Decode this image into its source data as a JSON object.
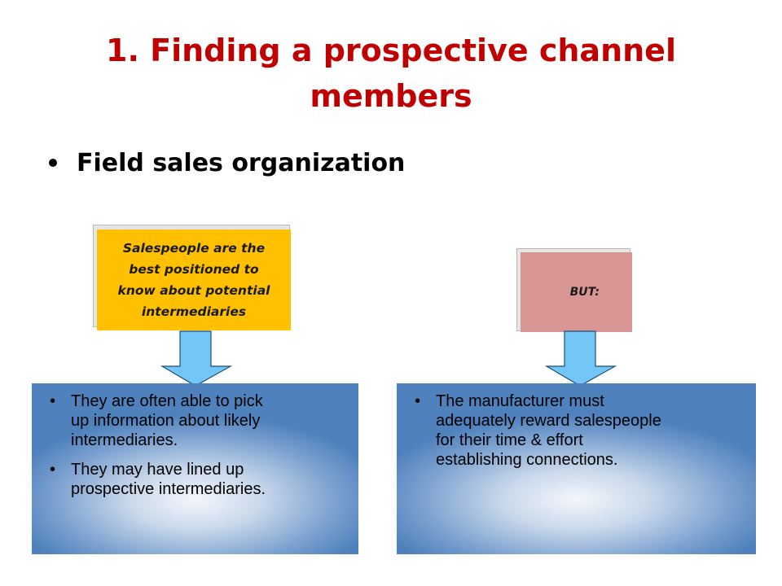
{
  "title": {
    "line1": "1. Finding a prospective channel",
    "line2": "members"
  },
  "bullet": {
    "text": "Field sales organization"
  },
  "left_card": {
    "line1": "Salespeople are the",
    "line2": "best positioned to",
    "line3": "know about potential",
    "line4": "intermediaries"
  },
  "right_card": {
    "text": "BUT:"
  },
  "left_box": {
    "items": [
      {
        "bullet": "•",
        "lines": [
          "They are often able to pick",
          "up information about likely",
          "intermediaries."
        ]
      },
      {
        "bullet": "•",
        "lines": [
          "They may have lined up",
          "prospective intermediaries."
        ]
      }
    ]
  },
  "right_box": {
    "items": [
      {
        "bullet": "•",
        "lines": [
          "The manufacturer must",
          "adequately reward salespeople",
          "for their time & effort",
          "establishing connections."
        ]
      }
    ]
  },
  "colors": {
    "title": "#c00000",
    "yellow_card": "#ffc000",
    "pink_card": "#d99594",
    "arrow_fill": "#73c6f5",
    "box_edge": "#4f81bd"
  }
}
